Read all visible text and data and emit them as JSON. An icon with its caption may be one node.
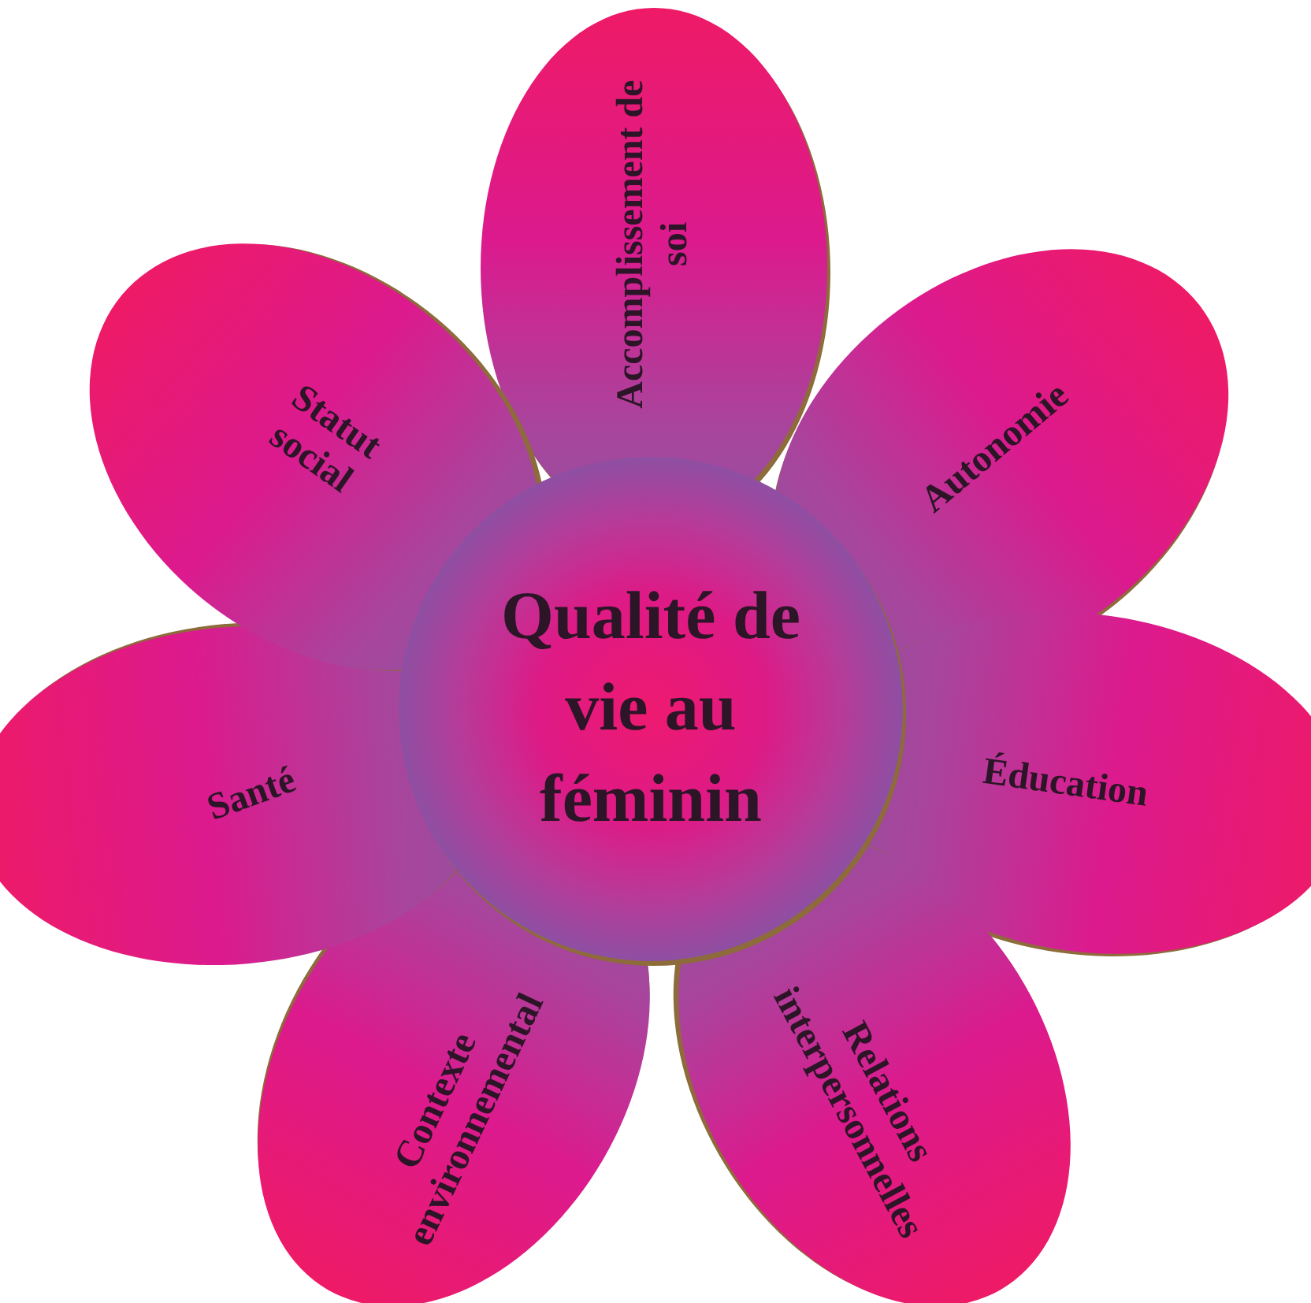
{
  "diagram": {
    "nodes": [
      {
        "text": [
          "Qualité de vie au féminin"
        ]
      },
      {
        "text": [
          "Accomplissement de soi"
        ]
      },
      {
        "text": [
          "Autonomie"
        ]
      },
      {
        "text": [
          "Éducation"
        ]
      },
      {
        "text": [
          "Relations interpersonnelles"
        ]
      },
      {
        "text": [
          "Contexte environnemental"
        ]
      },
      {
        "text": [
          "Santé"
        ]
      },
      {
        "text": [
          "Statut social"
        ]
      }
    ]
  }
}
